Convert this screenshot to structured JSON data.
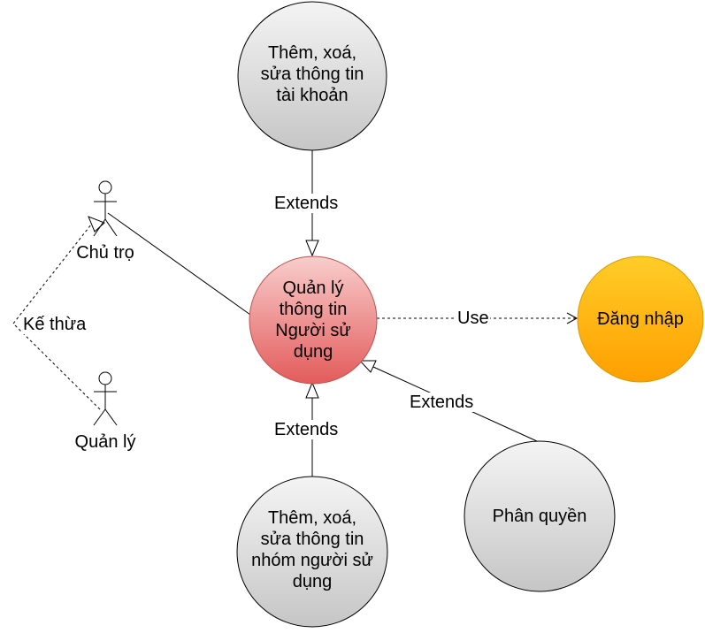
{
  "nodes": {
    "edit_account": "Thêm, xoá,\nsửa thông tin\ntài khoản",
    "manage_users": "Quản lý\nthông tin\nNgười sử\ndụng",
    "login": "Đăng nhập",
    "edit_group": "Thêm, xoá,\nsửa thông tin\nnhóm người sử\ndụng",
    "permissions": "Phân quyền"
  },
  "actors": {
    "landlord": "Chủ trọ",
    "manager": "Quản lý"
  },
  "edges": {
    "extends_top": "Extends",
    "extends_bottom": "Extends",
    "extends_right": "Extends",
    "use": "Use",
    "inherit": "Kế thừa"
  },
  "colors": {
    "gray_top": "#f4f4f4",
    "gray_bottom": "#c6c6c6",
    "red_top": "#f8cecc",
    "red_bottom": "#e35b5b",
    "orange_top": "#ffcd28",
    "orange_bottom": "#ff9f00"
  }
}
